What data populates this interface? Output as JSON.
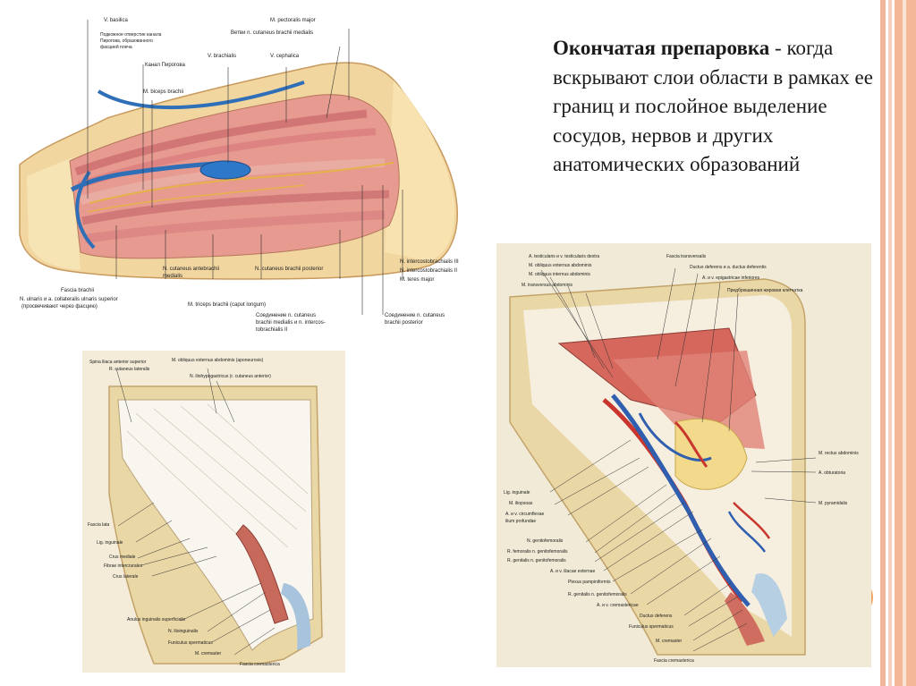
{
  "slide": {
    "heading_bold": "Окончатая препаровка",
    "heading_rest": " - когда вскрывают слои области в рамках ее границ и послойное выделение сосудов, нервов и других анатомических образований"
  },
  "figure_arm": {
    "labels_top": [
      "V. basilica",
      "Подкожное отверстие канала",
      "Пирогова, образованного",
      "фасцией плеча",
      "Канал Пирогова",
      "M. biceps brachii",
      "V. brachialis",
      "V. cephalica",
      "M. pectoralis major",
      "Ветви n. cutaneus brachii medialis"
    ],
    "labels_bottom": [
      "Fascia brachii",
      "N. ulnaris и a. collateralis ulnaris superior",
      "(просвечивают через фасцию)",
      "N. cutaneus antebrachii",
      "medialis",
      "M. triceps brachii (caput longum)",
      "N. cutaneus brachii posterior",
      "Соединение n. cutaneus",
      "brachii medialis и n. intercos-",
      "tobrachialis II",
      "Соединение n. cutaneus",
      "brachii posterior",
      "N. intercostobrachialis III",
      "N. intercostobrachialis II",
      "M. teres major"
    ]
  },
  "figure_inguinal_left": {
    "labels_top": [
      "Spina iliaca anterior superior",
      "R. cutaneus lateralis",
      "M. obliquus externus abdominis (aponeurosis)",
      "N. iliohypogastricus (r. cutaneus anterior)"
    ],
    "labels_left": [
      "Fascia lata",
      "Lig. inguinale",
      "Crus mediale",
      "Fibrae intercrurales",
      "Crus laterale"
    ],
    "labels_bottom": [
      "Anulus inguinalis superficialis",
      "N. ilioinguinalis",
      "Funiculus spermaticus",
      "M. cremaster",
      "Fascia cremasterica"
    ]
  },
  "figure_inguinal_right": {
    "labels_top": [
      "A. testicularis и v. testicularis dextra",
      "M. obliquus externus abdominis",
      "M. obliquus internus abdominis",
      "M. transversus abdominis",
      "Fascia transversalis",
      "Ductus deferens и a. ductus deferentis",
      "A. и v. epigastricae inferiores",
      "Предбрюшинная жировая клетчатка"
    ],
    "labels_right": [
      "M. rectus abdominis",
      "A. obturatoria",
      "M. pyramidalis"
    ],
    "labels_left": [
      "Lig. inguinale",
      "M. iliopsoas",
      "A. и v. circumflexae",
      "ilium profundae",
      "N. genitofemoralis",
      "R. femoralis n. genitofemoralis",
      "R. genitalis n. genitofemoralis",
      "A. и v. iliacae externae",
      "Plexus pampiniformis",
      "R. genitalis n. genitofemoralis",
      "A. и v. cremastericae",
      "Ductus deferens",
      "Funiculus spermaticus",
      "M. cremaster",
      "Fascia cremasterica"
    ]
  }
}
